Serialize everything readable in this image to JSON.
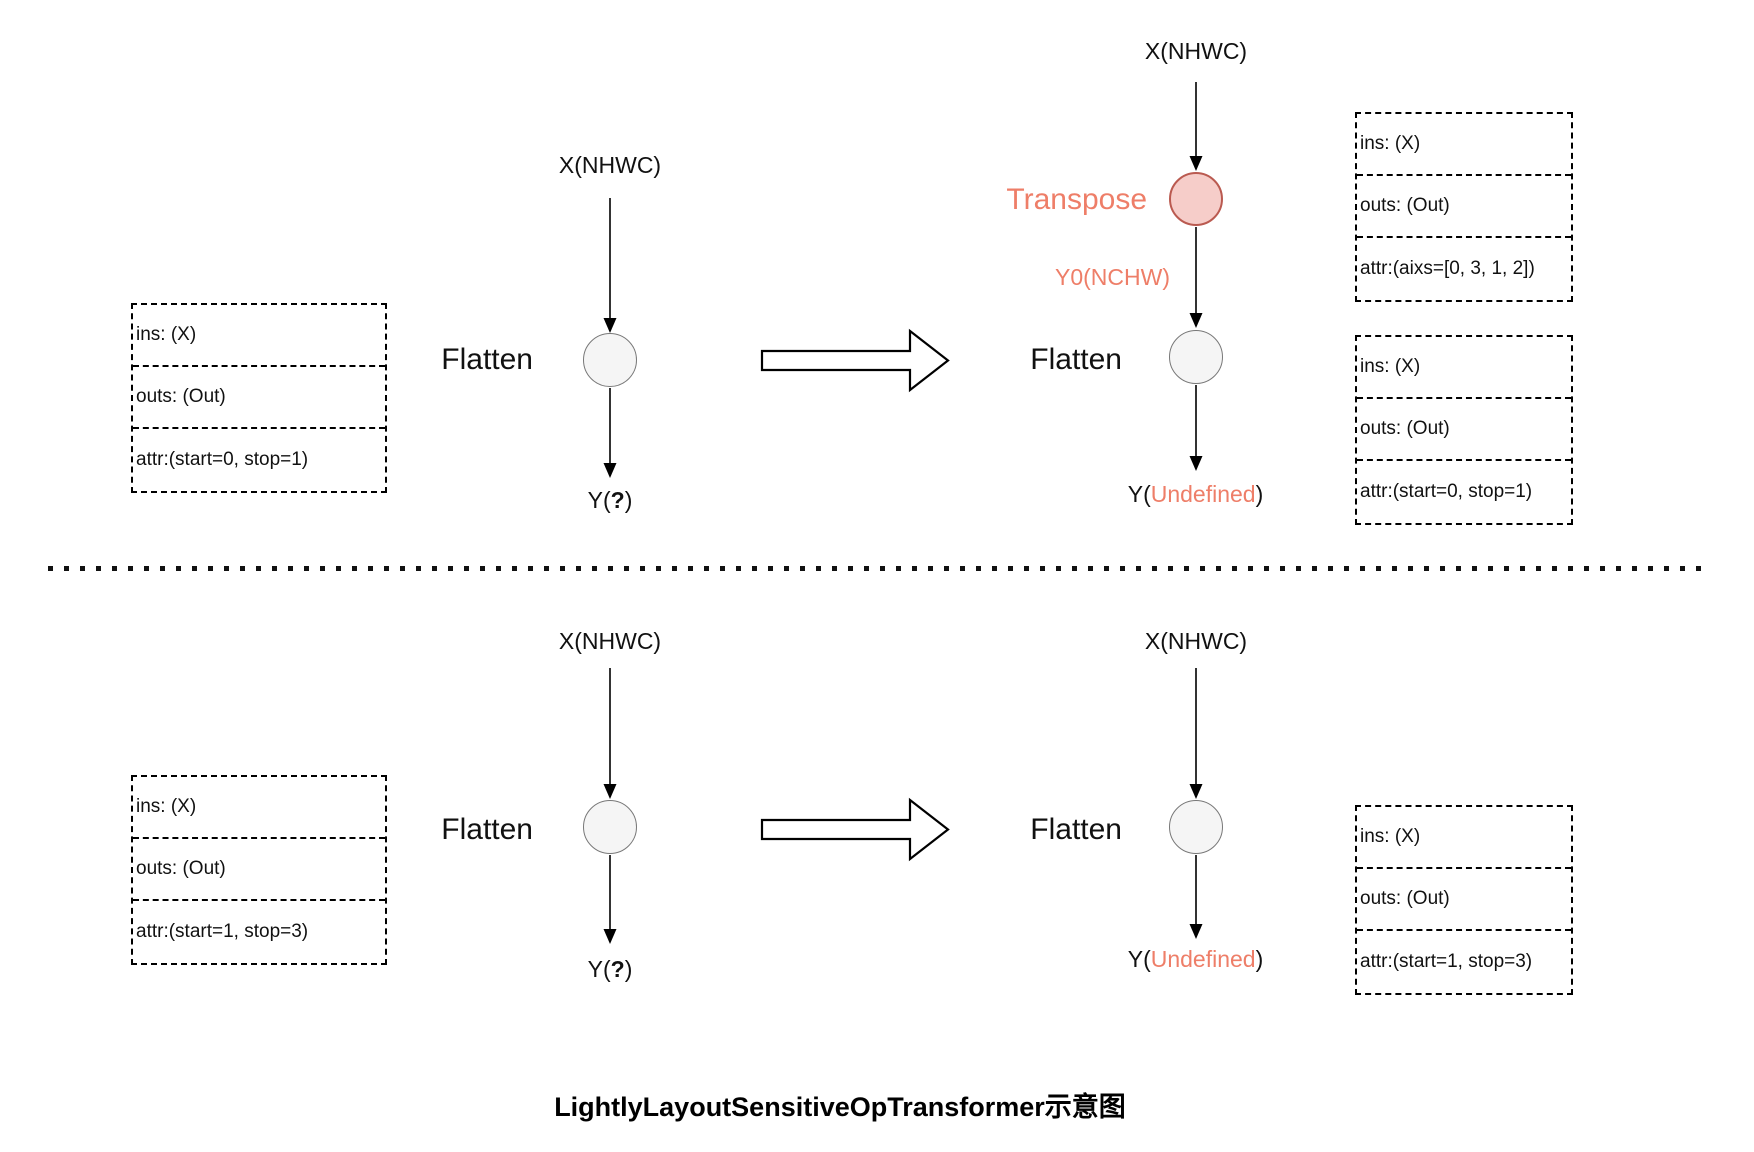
{
  "title": "LightlyLayoutSensitiveOpTransformer示意图",
  "labels": {
    "input": "X(NHWC)",
    "flatten_op": "Flatten",
    "transpose_op": "Transpose",
    "intermediate": "Y0(NCHW)",
    "y_open": "Y(",
    "unknown_mark": "?",
    "undefined_value": "Undefined",
    "paren_close": ")"
  },
  "boxes": {
    "top_left": {
      "ins": "ins: (X)",
      "outs": "outs: (Out)",
      "attr": "attr:(start=0, stop=1)"
    },
    "top_right_transpose": {
      "ins": "ins: (X)",
      "outs": "outs: (Out)",
      "attr": "attr:(aixs=[0, 3, 1, 2])"
    },
    "top_right_flatten": {
      "ins": "ins: (X)",
      "outs": "outs: (Out)",
      "attr": "attr:(start=0, stop=1)"
    },
    "bottom_left": {
      "ins": "ins: (X)",
      "outs": "outs: (Out)",
      "attr": "attr:(start=1, stop=3)"
    },
    "bottom_right": {
      "ins": "ins: (X)",
      "outs": "outs: (Out)",
      "attr": "attr:(start=1, stop=3)"
    }
  },
  "colors": {
    "accent_salmon": "#EE7E68",
    "transpose_fill": "#F6CDC9",
    "transpose_stroke": "#BA5A50",
    "node_fill": "#F5F5F5",
    "node_stroke": "#787878"
  }
}
